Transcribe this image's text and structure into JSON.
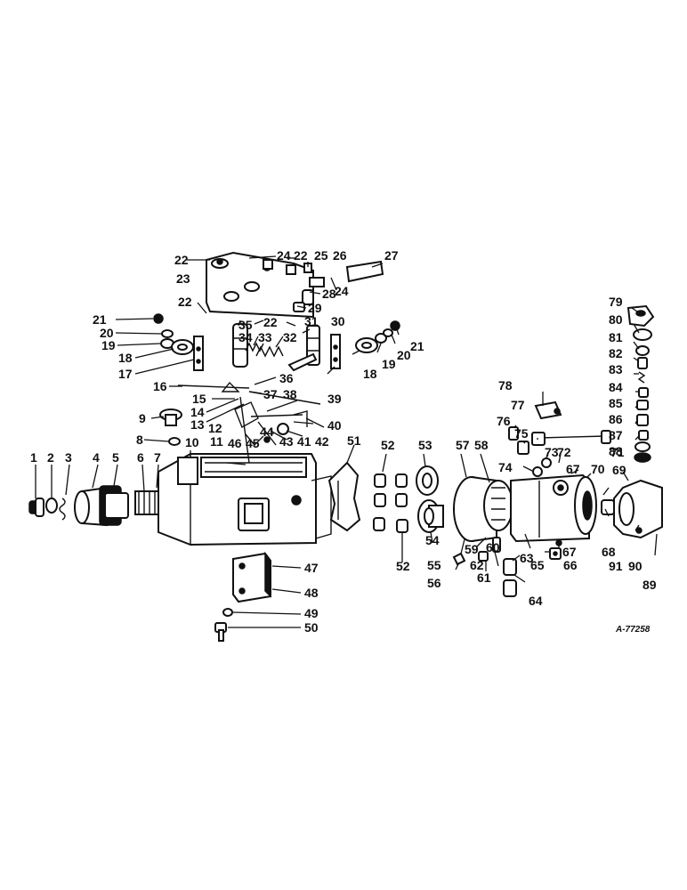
{
  "figure_ref": "A-77258",
  "callouts": [
    "1",
    "2",
    "3",
    "4",
    "5",
    "6",
    "7",
    "8",
    "9",
    "10",
    "11",
    "12",
    "13",
    "14",
    "15",
    "16",
    "17",
    "18",
    "18",
    "19",
    "19",
    "20",
    "20",
    "21",
    "21",
    "22",
    "22",
    "22",
    "22",
    "23",
    "24",
    "24",
    "25",
    "26",
    "27",
    "28",
    "29",
    "30",
    "31",
    "32",
    "33",
    "34",
    "35",
    "36",
    "37",
    "38",
    "39",
    "40",
    "41",
    "42",
    "43",
    "44",
    "45",
    "46",
    "47",
    "48",
    "49",
    "50",
    "51",
    "52",
    "52",
    "53",
    "54",
    "55",
    "56",
    "57",
    "58",
    "59",
    "60",
    "61",
    "62",
    "63",
    "64",
    "65",
    "66",
    "67",
    "67",
    "68",
    "69",
    "70",
    "71",
    "72",
    "73",
    "74",
    "75",
    "76",
    "77",
    "78",
    "79",
    "80",
    "81",
    "82",
    "83",
    "84",
    "85",
    "86",
    "87",
    "88",
    "89",
    "90",
    "91"
  ]
}
